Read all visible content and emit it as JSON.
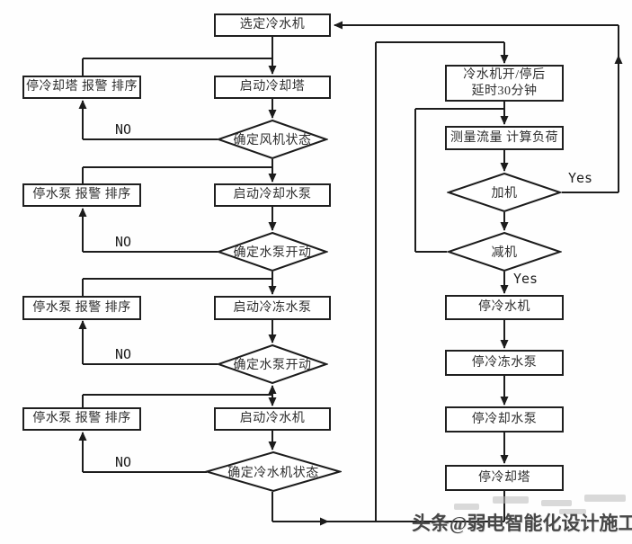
{
  "labels": {
    "no": "NO",
    "yes": "Yes"
  },
  "watermark": {
    "text": "头条@弱电智能化设计施工"
  },
  "main_flow": {
    "select_chiller": "选定冷水机",
    "start_cooling_tower": "启动冷却塔",
    "check_fan_status": "确定风机状态",
    "start_cooling_water_pump": "启动冷却水泵",
    "check_pump_started_1": "确定水泵开动",
    "start_chilled_water_pump": "启动冷冻水泵",
    "check_pump_started_2": "确定水泵开动",
    "start_chiller": "启动冷水机",
    "check_chiller_status": "确定冷水机状态"
  },
  "fault_actions": {
    "stop_tower_alarm_sequence": "停冷却塔 报警 排序",
    "stop_pump_alarm_sequence_1": "停水泵 报警 排序",
    "stop_pump_alarm_sequence_2": "停水泵 报警 排序",
    "stop_pump_alarm_sequence_3": "停水泵 报警 排序"
  },
  "right_flow": {
    "delay_line1": "冷水机开/停后",
    "delay_line2": "延时30分钟",
    "measure_flow_calc_load": "测量流量 计算负荷",
    "add_unit": "加机",
    "reduce_unit": "减机",
    "stop_chiller": "停冷水机",
    "stop_chilled_water_pump": "停冷冻水泵",
    "stop_cooling_water_pump": "停冷却水泵",
    "stop_cooling_tower": "停冷却塔"
  }
}
